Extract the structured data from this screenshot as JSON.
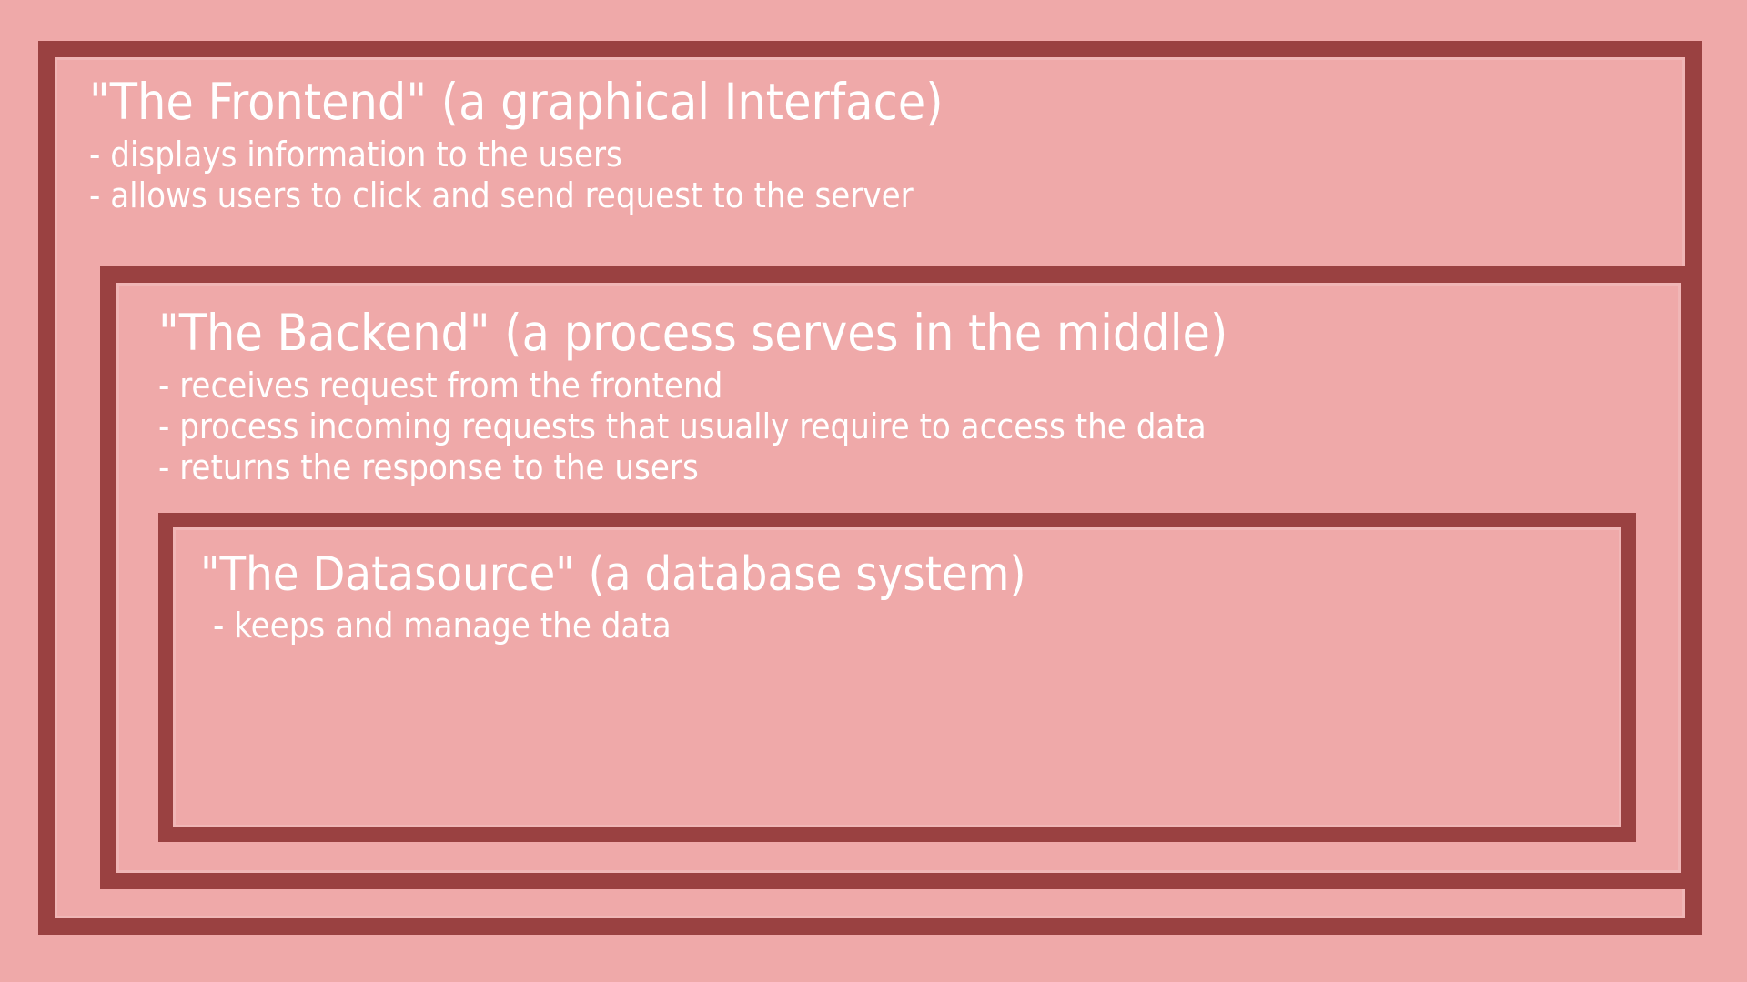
{
  "diagram": {
    "background_color": "#efa9a9",
    "border_color": "#9a4141",
    "inner_line_color": "#f0b6b6",
    "text_color": "#ffffff",
    "layers": [
      {
        "key": "frontend",
        "title": "\"The Frontend\" (a graphical Interface)",
        "bullets": [
          "- displays information to the users",
          "- allows users to click and send request to the server"
        ]
      },
      {
        "key": "backend",
        "title": "\"The Backend\" (a process serves in the middle)",
        "bullets": [
          "- receives request from the frontend",
          "- process incoming requests that usually require to access the data",
          "- returns the response to the users"
        ]
      },
      {
        "key": "datasource",
        "title": "\"The Datasource\" (a database system)",
        "bullets": [
          "- keeps and manage the data"
        ]
      }
    ]
  }
}
